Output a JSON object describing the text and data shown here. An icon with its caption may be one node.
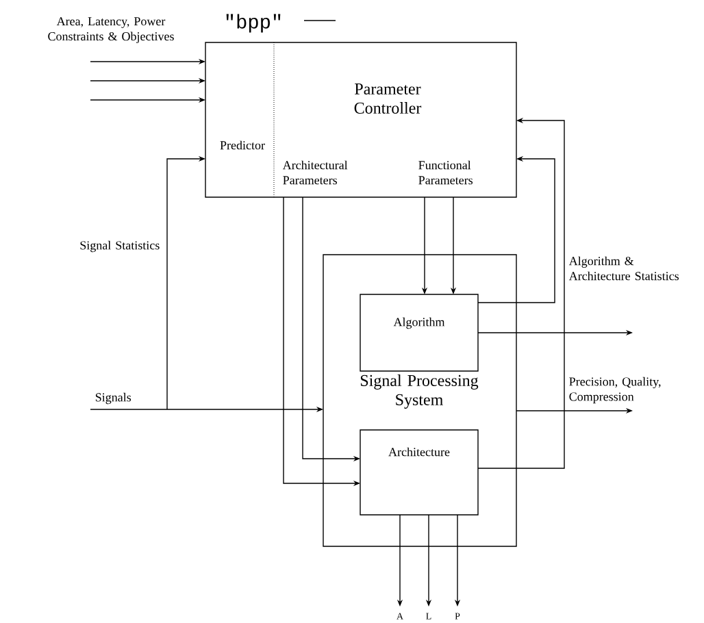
{
  "diagram": {
    "nodes": [
      {
        "text": [
          "Parameter Controller",
          "Predictor",
          "Architectural Parameters",
          "Functional Parameters"
        ]
      },
      {
        "text": [
          "Signal Processing System"
        ]
      },
      {
        "text": [
          "Algorithm"
        ],
        "in": 1
      },
      {
        "text": [
          "Architecture"
        ],
        "in": 1
      }
    ],
    "edges": [
      {
        "from": null,
        "to": 0,
        "arrow": "to"
      },
      {
        "from": null,
        "to": 0,
        "arrow": "to"
      },
      {
        "from": null,
        "to": 0,
        "arrow": "to"
      },
      {
        "from": null,
        "to": 1,
        "arrow": "to",
        "label": "Signals"
      },
      {
        "from": null,
        "to": 0,
        "arrow": "to",
        "label": "Signal Statistics"
      },
      {
        "from": 0,
        "to": 3,
        "arrow": "to"
      },
      {
        "from": 0,
        "to": 3,
        "arrow": "to"
      },
      {
        "from": 0,
        "to": 2,
        "arrow": "to"
      },
      {
        "from": 0,
        "to": 2,
        "arrow": "to"
      },
      {
        "from": 2,
        "to": 0,
        "arrow": "to"
      },
      {
        "from": 3,
        "to": 0,
        "arrow": "to"
      },
      {
        "from": 2,
        "to": null,
        "arrow": "to"
      },
      {
        "from": 1,
        "to": null,
        "arrow": "to",
        "label": "Precision, Quality, Compression"
      },
      {
        "from": 3,
        "to": null,
        "arrow": "to",
        "label": "A"
      },
      {
        "from": 3,
        "to": null,
        "arrow": "to",
        "label": "L"
      },
      {
        "from": 3,
        "to": null,
        "arrow": "to",
        "label": "P"
      }
    ],
    "labels": [
      "Area, Latency, Power Constraints & Objectives",
      "\"bpp\"",
      "Algorithm & Architecture Statistics"
    ]
  }
}
